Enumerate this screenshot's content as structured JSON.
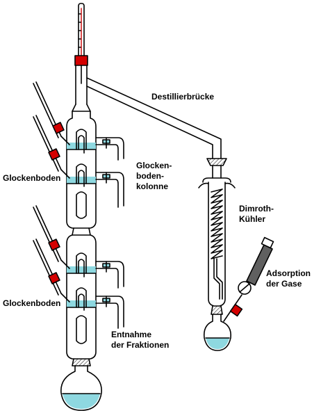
{
  "labels": {
    "bridge": "Destillierbrücke",
    "column": [
      "Glocken-",
      "boden-",
      "kolonne"
    ],
    "tray_upper": "Glockenboden",
    "tray_lower": "Glockenboden",
    "condenser": [
      "Dimroth-",
      "Kühler"
    ],
    "adsorption": [
      "Adsorption",
      "der Gase"
    ],
    "fractions": [
      "Entnahme",
      "der Fraktionen"
    ]
  },
  "colors": {
    "line": "#000000",
    "liquid": "#8ed8e0",
    "stopper": "#d40000",
    "glass": "#ffffff",
    "tube_fill": "#606060"
  },
  "icons": {
    "thermometer": "thermometer-icon",
    "stopcock": "stopcock-icon",
    "stopper": "stopper-icon"
  }
}
